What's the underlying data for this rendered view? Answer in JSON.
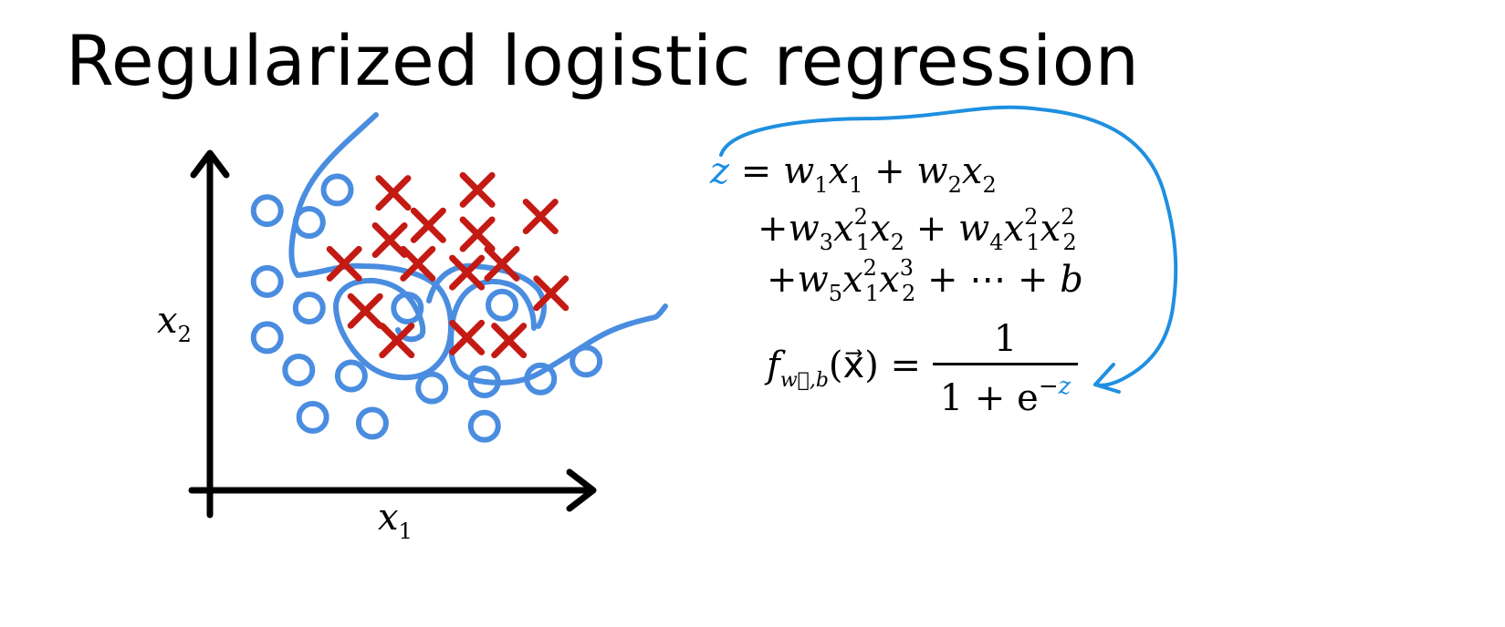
{
  "title": "Regularized logistic regression",
  "axis": {
    "x_label": "x",
    "x_sub": "1",
    "y_label": "x",
    "y_sub": "2"
  },
  "colors": {
    "circle": "#4a8de0",
    "cross": "#c41a14",
    "boundary": "#4a8de0",
    "z_highlight": "#1f8fe0",
    "arrow": "#1f8fe0",
    "axis": "#000000"
  },
  "classes": {
    "negative_marker": "circle-icon",
    "positive_marker": "cross-icon"
  },
  "points": {
    "circles": [
      {
        "x": 0.28,
        "y": 0.9
      },
      {
        "x": 0.08,
        "y": 0.83
      },
      {
        "x": 0.2,
        "y": 0.79
      },
      {
        "x": 0.08,
        "y": 0.59
      },
      {
        "x": 0.2,
        "y": 0.5
      },
      {
        "x": 0.08,
        "y": 0.4
      },
      {
        "x": 0.48,
        "y": 0.5
      },
      {
        "x": 0.75,
        "y": 0.51
      },
      {
        "x": 0.17,
        "y": 0.29
      },
      {
        "x": 0.32,
        "y": 0.27
      },
      {
        "x": 0.55,
        "y": 0.23
      },
      {
        "x": 0.7,
        "y": 0.25
      },
      {
        "x": 0.86,
        "y": 0.26
      },
      {
        "x": 0.99,
        "y": 0.32
      },
      {
        "x": 0.21,
        "y": 0.13
      },
      {
        "x": 0.38,
        "y": 0.11
      },
      {
        "x": 0.7,
        "y": 0.1
      }
    ],
    "crosses": [
      {
        "x": 0.44,
        "y": 0.89
      },
      {
        "x": 0.68,
        "y": 0.9
      },
      {
        "x": 0.86,
        "y": 0.81
      },
      {
        "x": 0.54,
        "y": 0.78
      },
      {
        "x": 0.43,
        "y": 0.73
      },
      {
        "x": 0.68,
        "y": 0.75
      },
      {
        "x": 0.3,
        "y": 0.65
      },
      {
        "x": 0.51,
        "y": 0.65
      },
      {
        "x": 0.65,
        "y": 0.62
      },
      {
        "x": 0.75,
        "y": 0.65
      },
      {
        "x": 0.89,
        "y": 0.55
      },
      {
        "x": 0.36,
        "y": 0.49
      },
      {
        "x": 0.45,
        "y": 0.39
      },
      {
        "x": 0.65,
        "y": 0.4
      },
      {
        "x": 0.77,
        "y": 0.39
      }
    ]
  },
  "equations": {
    "z_var": "z",
    "line1_eq": "=",
    "w1": "w",
    "w1_sub": "1",
    "x1": "x",
    "x1_sub": "1",
    "plus": "+",
    "w2": "w",
    "w2_sub": "2",
    "x2": "x",
    "x2_sub": "2",
    "line2_plus": "+",
    "w3": "w",
    "w3_sub": "3",
    "t3a": "x",
    "t3a_sub": "1",
    "t3a_sup": "2",
    "t3b": "x",
    "t3b_sub": "2",
    "plus2": "+",
    "w4": "w",
    "w4_sub": "4",
    "t4a": "x",
    "t4a_sub": "1",
    "t4a_sup": "2",
    "t4b": "x",
    "t4b_sub": "2",
    "t4b_sup": "2",
    "line3_plus": "+",
    "w5": "w",
    "w5_sub": "5",
    "t5a": "x",
    "t5a_sub": "1",
    "t5a_sup": "2",
    "t5b": "x",
    "t5b_sub": "2",
    "t5b_sup": "3",
    "plus3": "+",
    "dots": "⋯",
    "plus4": "+",
    "b": "b",
    "f": "f",
    "f_sub": "w⃗,b",
    "f_arg": "(x⃗)",
    "eq2": "=",
    "numerator": "1",
    "denominator": "1 + e",
    "exp_minus": "−",
    "exp_z": "z"
  }
}
